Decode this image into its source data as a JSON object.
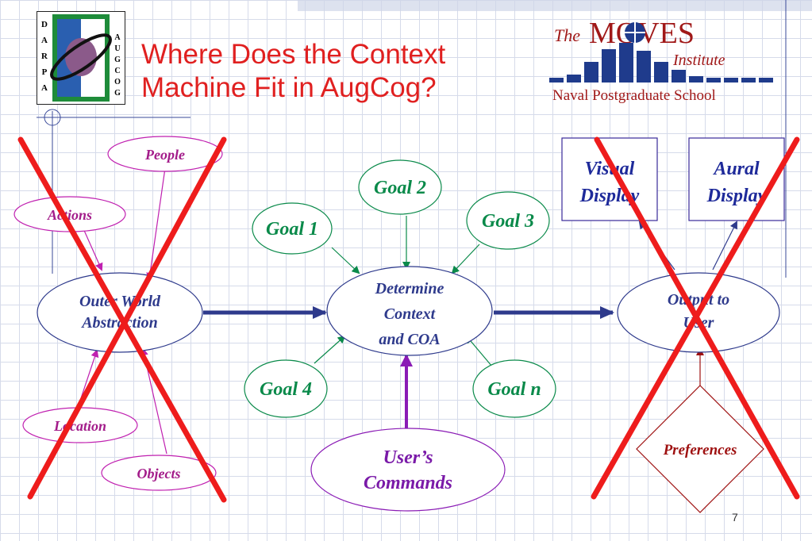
{
  "slide": {
    "title_line1": "Where Does the Context",
    "title_line2": "Machine Fit in AugCog?",
    "page_number": "7"
  },
  "darpa_logo": {
    "left_letters": [
      "D",
      "A",
      "R",
      "P",
      "A"
    ],
    "right_letters": [
      "A",
      "U",
      "G",
      "C",
      "O",
      "G"
    ]
  },
  "moves_logo": {
    "the": "The",
    "moves": "MOVES",
    "institute": "Institute",
    "school": "Naval Postgraduate School"
  },
  "diagram": {
    "center": {
      "line1": "Determine",
      "line2": "Context",
      "line3": "and COA"
    },
    "outer_world": {
      "line1": "Outer World",
      "line2": "Abstraction"
    },
    "output": {
      "line1": "Output to",
      "line2": "User"
    },
    "goals": [
      "Goal 1",
      "Goal 2",
      "Goal 3",
      "Goal 4",
      "Goal n"
    ],
    "inputs": [
      "People",
      "Actions",
      "Location",
      "Objects"
    ],
    "commands": {
      "line1": "User’s",
      "line2": "Commands"
    },
    "visual_display": {
      "line1": "Visual",
      "line2": "Display"
    },
    "aural_display": {
      "line1": "Aural",
      "line2": "Display"
    },
    "preferences": "Preferences"
  },
  "colors": {
    "title": "#e02020",
    "red_cross": "#ee1c1c",
    "navy": "#2e3a8c",
    "goal_green": "#0a8a4a",
    "magenta": "#c020b0",
    "purple": "#8a1bb5",
    "input_text": "#a31c8a",
    "dark_red": "#9e1010",
    "display_text": "#1e2a9a"
  }
}
